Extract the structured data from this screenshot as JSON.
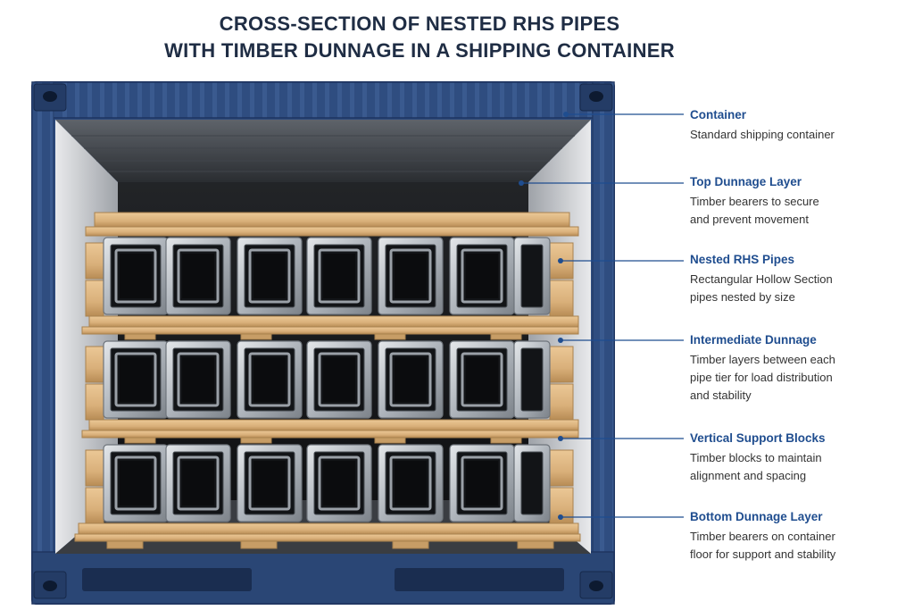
{
  "title": {
    "line1": "CROSS-SECTION OF NESTED RHS PIPES",
    "line2": "WITH TIMBER DUNNAGE IN A SHIPPING CONTAINER"
  },
  "colors": {
    "container": "#2f4d80",
    "container_dark": "#1f3560",
    "timber": "#d9b07a",
    "timber_edge": "#a9824f",
    "pipe_steel": "#b9bfc6",
    "pipe_inner": "#121417",
    "label_heading": "#1f4d8f",
    "label_text": "#333333"
  },
  "labels": [
    {
      "id": "container",
      "heading": "Container",
      "lines": [
        "Standard shipping container"
      ]
    },
    {
      "id": "top-dunnage",
      "heading": "Top Dunnage Layer",
      "lines": [
        "Timber bearers to secure",
        "and prevent movement"
      ]
    },
    {
      "id": "nested-rhs",
      "heading": "Nested RHS Pipes",
      "lines": [
        "Rectangular Hollow Section",
        "pipes nested by size"
      ]
    },
    {
      "id": "intermediate-dunnage",
      "heading": "Intermediate Dunnage",
      "lines": [
        "Timber layers between each",
        "pipe tier for load distribution",
        "and stability"
      ]
    },
    {
      "id": "vertical-blocks",
      "heading": "Vertical Support Blocks",
      "lines": [
        "Timber blocks to maintain",
        "alignment and spacing"
      ]
    },
    {
      "id": "bottom-dunnage",
      "heading": "Bottom Dunnage Layer",
      "lines": [
        "Timber bearers on container",
        "floor for support and stability"
      ]
    }
  ]
}
